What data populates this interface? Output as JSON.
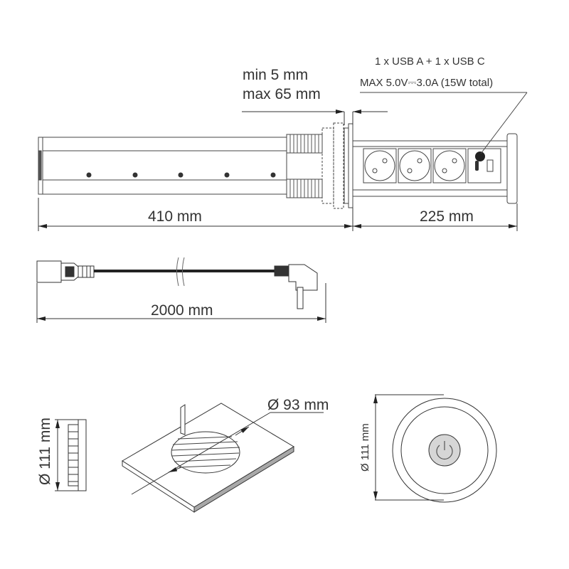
{
  "drawing": {
    "usb_spec": {
      "line1": "1 x USB A + 1 x USB C",
      "line2_prefix": "MAX 5.0V",
      "line2_dc_symbol": "⎓",
      "line2_suffix": "3.0A  (15W total)"
    },
    "thickness": {
      "min": "min 5 mm",
      "max": "max 65 mm"
    },
    "body_length": "410 mm",
    "socket_length": "225 mm",
    "cable_length": "2000 mm",
    "cutout_diameter": "Ø 93 mm",
    "side_diameter": "Ø 111 mm",
    "top_diameter": "Ø 111 mm",
    "sockets": [
      "schuko-socket",
      "schuko-socket",
      "schuko-socket"
    ],
    "usb_ports": [
      "usb-c",
      "usb-a"
    ],
    "colors": {
      "line": "#333333",
      "button_fill": "#d6d6d6",
      "board_edge": "#a8a8a8"
    }
  }
}
